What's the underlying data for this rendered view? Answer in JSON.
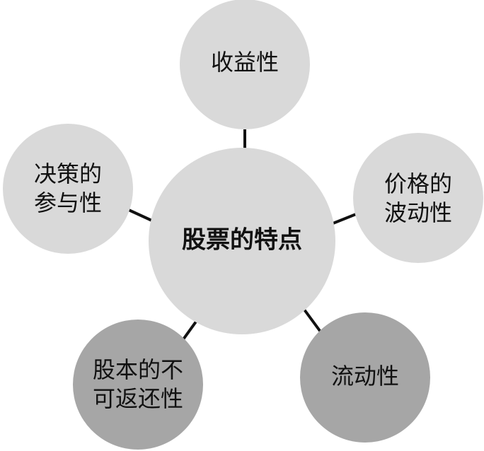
{
  "diagram": {
    "center": {
      "label": "股票的特点",
      "fill": "#d9d9d9"
    },
    "nodes": [
      {
        "id": "shouyixing",
        "lines": [
          "收益性"
        ],
        "fill": "#d9d9d9"
      },
      {
        "id": "jiage-bodongxing",
        "lines": [
          "价格的",
          "波动性"
        ],
        "fill": "#d9d9d9"
      },
      {
        "id": "liudongxing",
        "lines": [
          "流动性"
        ],
        "fill": "#a6a6a6"
      },
      {
        "id": "guben-bukefanhuanxing",
        "lines": [
          "股本的不",
          "可返还性"
        ],
        "fill": "#a6a6a6"
      },
      {
        "id": "juece-canyuxing",
        "lines": [
          "决策的",
          "参与性"
        ],
        "fill": "#d9d9d9"
      }
    ]
  }
}
